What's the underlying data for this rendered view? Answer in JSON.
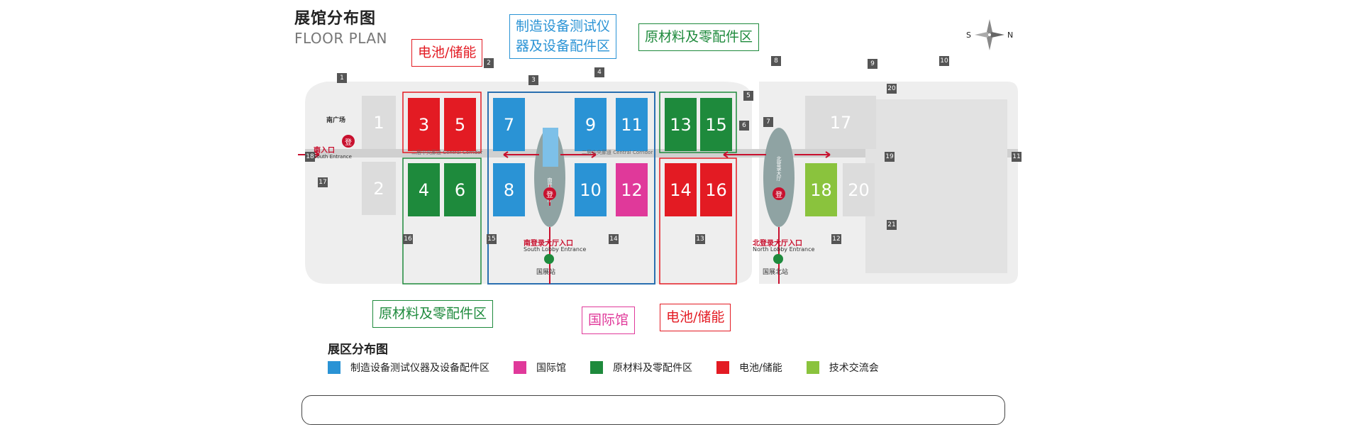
{
  "header": {
    "title_cn": "展馆分布图",
    "title_en": "FLOOR PLAN"
  },
  "compass": {
    "s": "S",
    "n": "N"
  },
  "callouts": {
    "battery_top": "电池/储能",
    "equipment_top_line1": "制造设备测试仪",
    "equipment_top_line2": "器及设备配件区",
    "material_top": "原材料及零配件区",
    "material_bottom": "原材料及零配件区",
    "international": "国际馆",
    "battery_bottom": "电池/储能"
  },
  "halls": {
    "h1": "1",
    "h2": "2",
    "h3": "3",
    "h4": "4",
    "h5": "5",
    "h6": "6",
    "h7": "7",
    "h8": "8",
    "h9": "9",
    "h10": "10",
    "h11": "11",
    "h12": "12",
    "h13": "13",
    "h14": "14",
    "h15": "15",
    "h16": "16",
    "h17": "17",
    "h18": "18",
    "h20": "20"
  },
  "gates": [
    "1",
    "2",
    "3",
    "4",
    "5",
    "6",
    "7",
    "8",
    "9",
    "10",
    "11",
    "12",
    "13",
    "14",
    "15",
    "16",
    "17",
    "18",
    "19",
    "20",
    "21"
  ],
  "areas": {
    "south_plaza": "南广场"
  },
  "entrances": {
    "south_cn": "南入口",
    "south_en": "South Entrance",
    "south_lobby_cn": "南登录大厅入口",
    "south_lobby_en": "South Lobby Entrance",
    "north_lobby_cn": "北登录大厅入口",
    "north_lobby_en": "North Lobby Entrance",
    "reg": "登"
  },
  "corridor": {
    "left": "二层中央廊道 Central Corridor",
    "right": "二层中央廊道 Central Corridor"
  },
  "lobbies": {
    "south": "南登录大厅",
    "north": "北登录大厅"
  },
  "metro": {
    "guozhan": "国展站",
    "guozhan_north": "国展北站"
  },
  "legend": {
    "title": "展区分布图",
    "items": [
      {
        "label": "制造设备测试仪器及设备配件区",
        "color": "#2a93d5"
      },
      {
        "label": "国际馆",
        "color": "#e0399a"
      },
      {
        "label": "原材料及零配件区",
        "color": "#1e8a3c"
      },
      {
        "label": "电池/储能",
        "color": "#e31b23"
      },
      {
        "label": "技术交流会",
        "color": "#8ac33d"
      }
    ]
  }
}
